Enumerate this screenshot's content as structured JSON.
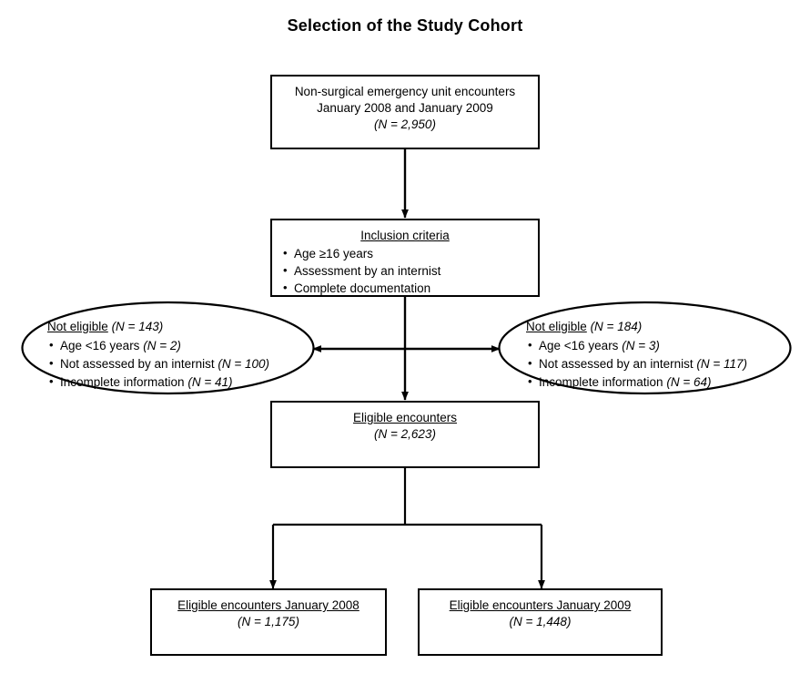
{
  "figure": {
    "title": "Selection of the Study Cohort",
    "type": "flowchart",
    "stroke_color": "#000000",
    "background_color": "#ffffff"
  },
  "nodes": {
    "source_box": {
      "shape": "rectangle",
      "line1": "Non-surgical emergency unit encounters",
      "line2": "January 2008 and January 2009",
      "count_label": "(N = 2,950)",
      "n_symbol": "N",
      "n_value": "2,950"
    },
    "inclusion_box": {
      "shape": "rectangle",
      "heading": "Inclusion criteria",
      "criteria": [
        "Age ≥16 years",
        "Assessment by an internist",
        "Complete documentation"
      ]
    },
    "excluded_left": {
      "shape": "ellipse",
      "heading": "Not eligible",
      "count_label": "(N = 143)",
      "n_value": "143",
      "reasons": [
        {
          "text": "Age <16 years",
          "count_label": "(N = 2)",
          "n_value": "2"
        },
        {
          "text": "Not assessed by an internist",
          "count_label": "(N = 100)",
          "n_value": "100"
        },
        {
          "text": "Incomplete information",
          "count_label": "(N = 41)",
          "n_value": "41"
        }
      ]
    },
    "excluded_right": {
      "shape": "ellipse",
      "heading": "Not eligible",
      "count_label": "(N = 184)",
      "n_value": "184",
      "reasons": [
        {
          "text": "Age <16 years",
          "count_label": "(N = 3)",
          "n_value": "3"
        },
        {
          "text": "Not assessed by an internist",
          "count_label": "(N = 117)",
          "n_value": "117"
        },
        {
          "text": "Incomplete information",
          "count_label": "(N = 64)",
          "n_value": "64"
        }
      ]
    },
    "eligible_box": {
      "shape": "rectangle",
      "heading": "Eligible encounters",
      "count_label": "(N = 2,623)",
      "n_value": "2,623"
    },
    "eligible_2008_box": {
      "shape": "rectangle",
      "heading": "Eligible encounters January 2008",
      "count_label": "(N = 1,175)",
      "n_value": "1,175"
    },
    "eligible_2009_box": {
      "shape": "rectangle",
      "heading": "Eligible encounters January 2009",
      "count_label": "(N = 1,448)",
      "n_value": "1,448"
    }
  },
  "connectors": [
    {
      "name": "source-to-inclusion",
      "from": "source_box",
      "to": "inclusion_box",
      "style": "arrow-down"
    },
    {
      "name": "inclusion-to-excluded-left",
      "from": "inclusion_box",
      "to": "excluded_left",
      "style": "arrow-left"
    },
    {
      "name": "inclusion-to-excluded-right",
      "from": "inclusion_box",
      "to": "excluded_right",
      "style": "arrow-right"
    },
    {
      "name": "inclusion-to-eligible",
      "from": "inclusion_box",
      "to": "eligible_box",
      "style": "arrow-down"
    },
    {
      "name": "eligible-to-2008",
      "from": "eligible_box",
      "to": "eligible_2008_box",
      "style": "elbow-arrow-down"
    },
    {
      "name": "eligible-to-2009",
      "from": "eligible_box",
      "to": "eligible_2009_box",
      "style": "elbow-arrow-down"
    }
  ]
}
